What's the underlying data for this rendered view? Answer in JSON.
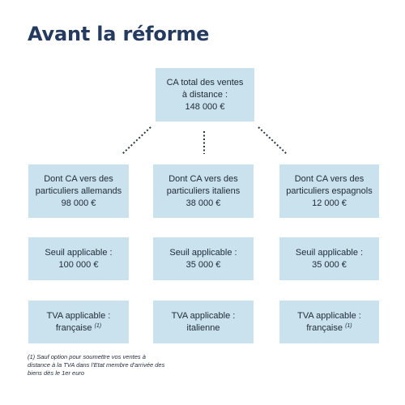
{
  "title": "Avant la réforme",
  "top_box": {
    "line1": "CA total des ventes",
    "line2": "à distance :",
    "line3": "148 000 €"
  },
  "columns": [
    {
      "ca_line1": "Dont CA vers des",
      "ca_line2": "particuliers allemands",
      "ca_value": "98 000 €",
      "seuil_label": "Seuil applicable :",
      "seuil_value": "100 000 €",
      "tva_label": "TVA applicable :",
      "tva_value": "française",
      "tva_note": "(1)"
    },
    {
      "ca_line1": "Dont CA vers des",
      "ca_line2": "particuliers italiens",
      "ca_value": "38 000 €",
      "seuil_label": "Seuil applicable :",
      "seuil_value": "35 000 €",
      "tva_label": "TVA applicable :",
      "tva_value": "italienne",
      "tva_note": ""
    },
    {
      "ca_line1": "Dont CA vers des",
      "ca_line2": "particuliers espagnols",
      "ca_value": "12 000 €",
      "seuil_label": "Seuil applicable :",
      "seuil_value": "35 000 €",
      "tva_label": "TVA applicable :",
      "tva_value": "française",
      "tva_note": "(1)"
    }
  ],
  "footnote": {
    "line1": "(1) Sauf option pour soumettre vos ventes à",
    "line2": "distance à la TVA dans l'Etat membre d'arrivée des",
    "line3": "biens dès le 1er euro"
  },
  "colors": {
    "box_fill": "#c9e2ee",
    "title": "#243a5e",
    "connector": "#2b3440"
  }
}
